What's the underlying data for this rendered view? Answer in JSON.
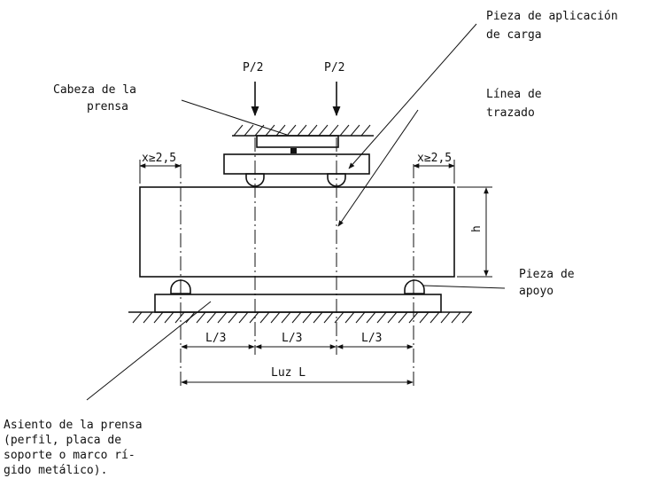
{
  "labels": {
    "load_piece": [
      "Pieza de aplicación",
      "de carga"
    ],
    "press_head": [
      "Cabeza de la",
      "prensa"
    ],
    "trace_line": [
      "Línea de",
      "trazado"
    ],
    "support_piece": [
      "Pieza de",
      "apoyo"
    ],
    "press_seat": [
      "Asiento de la prensa",
      "(perfil, placa  de",
      "soporte o marco rí-",
      "gido metálico)."
    ]
  },
  "loads": {
    "left": "P/2",
    "right": "P/2"
  },
  "dimensions": {
    "overhang_left": "x≥2,5",
    "overhang_right": "x≥2,5",
    "height": "h",
    "third_1": "L/3",
    "third_2": "L/3",
    "third_3": "L/3",
    "span": "Luz L"
  },
  "colors": {
    "ink": "#111111",
    "paper": "#ffffff"
  }
}
